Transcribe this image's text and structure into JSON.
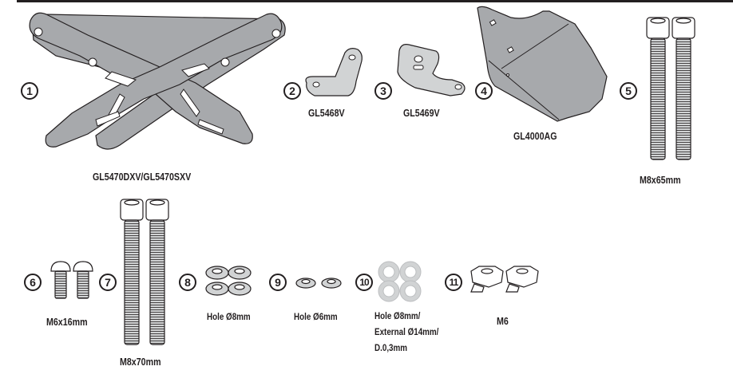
{
  "document": {
    "type": "parts-kit-diagram",
    "items": [
      {
        "number": "1",
        "label": "GL5470DXV/GL5470SXV",
        "icon": "x-bracket-icon"
      },
      {
        "number": "2",
        "label": "GL5468V",
        "icon": "l-bracket-icon"
      },
      {
        "number": "3",
        "label": "GL5469V",
        "icon": "plate-bracket-icon"
      },
      {
        "number": "4",
        "label": "GL4000AG",
        "icon": "shield-plate-icon"
      },
      {
        "number": "5",
        "label": "M8x65mm",
        "icon": "long-bolt-icon"
      },
      {
        "number": "6",
        "label": "M6x16mm",
        "icon": "short-bolt-icon"
      },
      {
        "number": "7",
        "label": "M8x70mm",
        "icon": "long-bolt-icon"
      },
      {
        "number": "8",
        "label": "Hole Ø8mm",
        "icon": "spring-washer-icon"
      },
      {
        "number": "9",
        "label": "Hole Ø6mm",
        "icon": "spring-washer-icon"
      },
      {
        "number": "10",
        "label_lines": [
          "Hole Ø8mm/",
          "External Ø14mm/",
          "D.0,3mm"
        ],
        "icon": "flat-washer-icon"
      },
      {
        "number": "11",
        "label": "M6",
        "icon": "cage-nut-icon"
      }
    ]
  }
}
